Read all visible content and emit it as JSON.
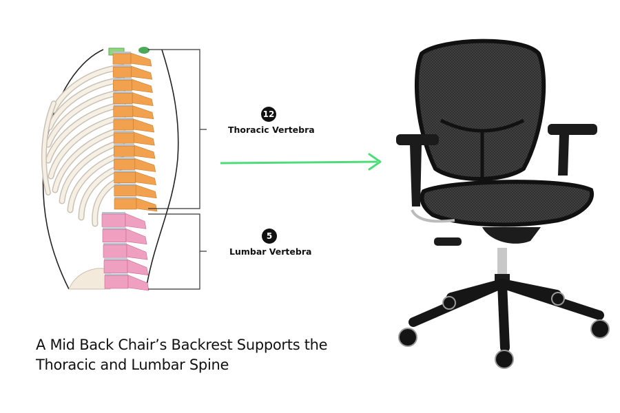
{
  "thoracic": {
    "count": "12",
    "label": "Thoracic Vertebra"
  },
  "lumbar": {
    "count": "5",
    "label": "Lumbar Vertebra"
  },
  "caption": {
    "line1": "A Mid Back Chair’s Backrest Supports the",
    "line2": "Thoracic and Lumbar Spine"
  },
  "colors": {
    "thoracic_vertebra": "#f2a24e",
    "lumbar_vertebra": "#ef9fbf",
    "disc": "#b8c3cf",
    "rib": "#f3eadb",
    "arrow": "#4ddc7a",
    "cervical": "#8fd67e"
  },
  "icons": {
    "chair": "office-chair-icon",
    "arrow": "arrow-right-icon"
  }
}
